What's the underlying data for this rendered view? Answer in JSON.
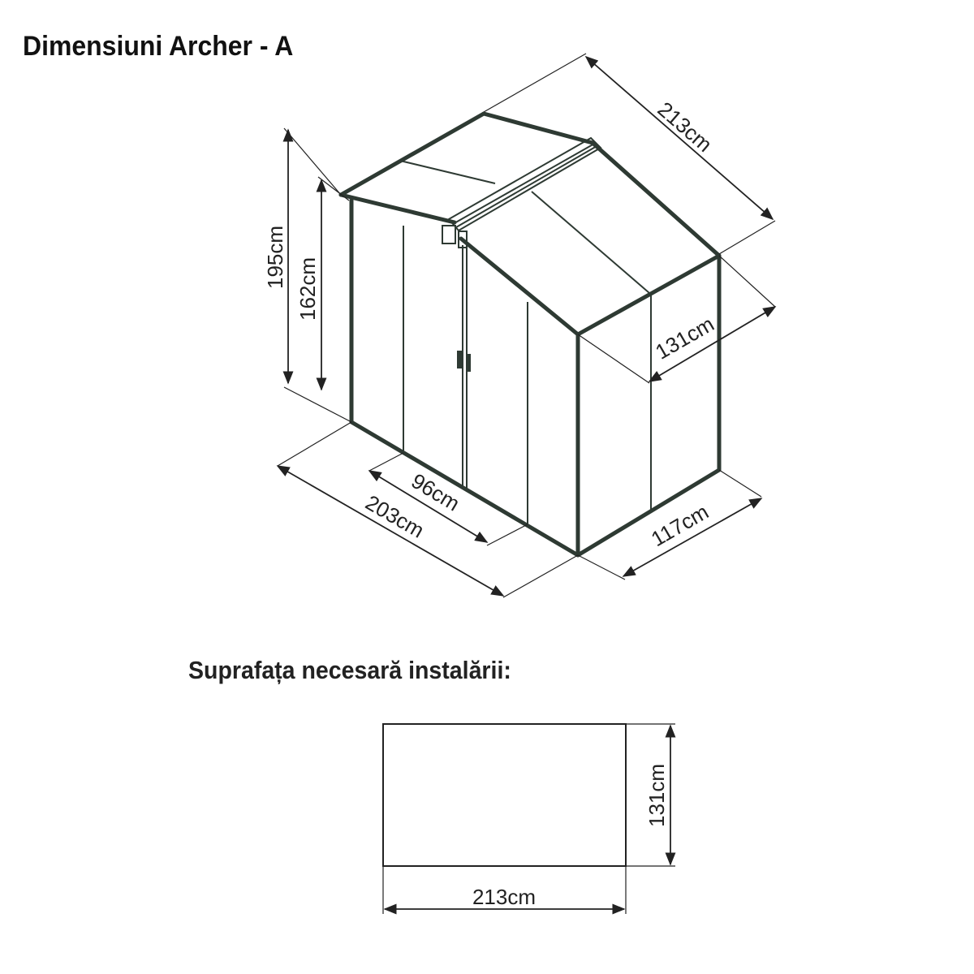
{
  "title": "Dimensiuni Archer - A",
  "subtitle": "Suprafața necesară instalării:",
  "colors": {
    "outline": "#2e3a33",
    "text": "#222222",
    "background": "#ffffff"
  },
  "shed": {
    "total_height": "195cm",
    "wall_height": "162cm",
    "roof_length": "213cm",
    "roof_width": "131cm",
    "door_width": "96cm",
    "base_length": "203cm",
    "base_width": "117cm"
  },
  "footprint": {
    "length": "213cm",
    "width": "131cm"
  }
}
